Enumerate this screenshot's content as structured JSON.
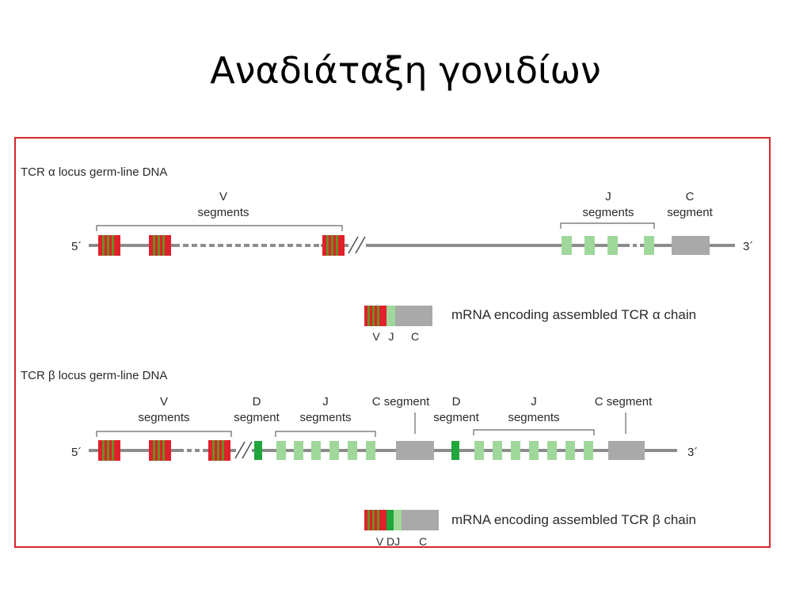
{
  "slide": {
    "title": "Αναδιάταξη γονιδίων"
  },
  "alpha": {
    "locus_label": "TCR α locus germ-line DNA",
    "v_label_1": "V",
    "v_label_2": "segments",
    "j_label_1": "J",
    "j_label_2": "segments",
    "c_label_1": "C",
    "c_label_2": "segment",
    "five_prime": "5´",
    "three_prime": "3´",
    "mrna_caption": "mRNA encoding assembled TCR α chain",
    "mrna_v": "V",
    "mrna_j": "J",
    "mrna_c": "C"
  },
  "beta": {
    "locus_label": "TCR β locus germ-line DNA",
    "v_label_1": "V",
    "v_label_2": "segments",
    "d1_label_1": "D",
    "d1_label_2": "segment",
    "j1_label_1": "J",
    "j1_label_2": "segments",
    "c1_label": "C segment",
    "d2_label_1": "D",
    "d2_label_2": "segment",
    "j2_label_1": "J",
    "j2_label_2": "segments",
    "c2_label": "C segment",
    "five_prime": "5´",
    "three_prime": "3´",
    "mrna_caption": "mRNA encoding assembled  TCR β chain",
    "mrna_vdj": "V DJ",
    "mrna_c": "C"
  },
  "colors": {
    "frame": "#d7262b",
    "v_red": "#e0202a",
    "v_stripe": "#6b8e23",
    "j_light_green": "#9fd89a",
    "d_green": "#1fa73c",
    "c_gray": "#a9a9a9",
    "dna_line": "#8c8c8c"
  }
}
